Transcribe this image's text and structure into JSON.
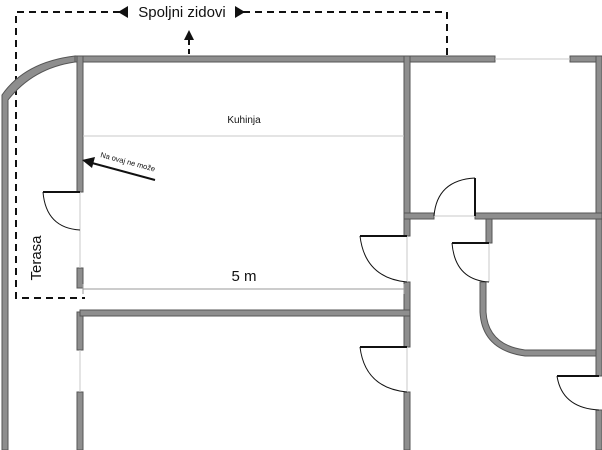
{
  "labels": {
    "outer_walls": "Spoljni zidovi",
    "kitchen": "Kuhinja",
    "not_allowed": "Na ovaj ne može",
    "terrace": "Terasa",
    "dimension": "5 m"
  },
  "colors": {
    "wall_fill": "#8e8e8e",
    "wall_edge": "#555555",
    "ink": "#111111",
    "thin_line": "#c8c8c8"
  }
}
